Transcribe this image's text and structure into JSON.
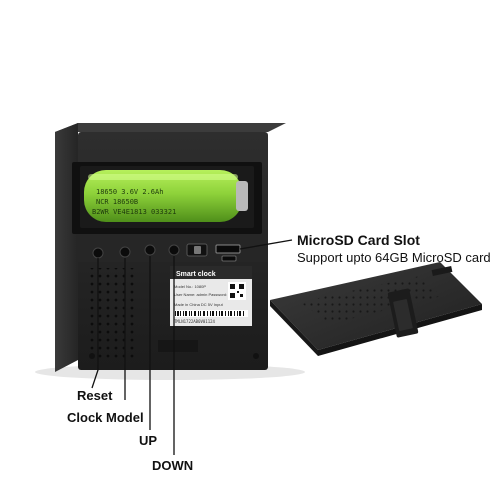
{
  "annotations": {
    "sd_slot_title": "MicroSD Card Slot",
    "sd_slot_subtitle": "Support upto 64GB MicroSD card",
    "reset": "Reset",
    "clock_model": "Clock Model",
    "up": "UP",
    "down": "DOWN"
  },
  "battery": {
    "line1": "18650  3.6V  2.6Ah",
    "line2": "NCR    18650B",
    "line3": "B2WR  VE4E1813  033321"
  },
  "sticker": {
    "title": "Smart clock",
    "model": "Model No.: 1080P",
    "line2": "User Name: admin  Password: admin",
    "line3": "Made in China        DC 5V Input",
    "serial": "TMLN1722AB0V01124"
  },
  "colors": {
    "body": "#2b2b2b",
    "battery": "#8ed23a",
    "background": "#ffffff"
  }
}
